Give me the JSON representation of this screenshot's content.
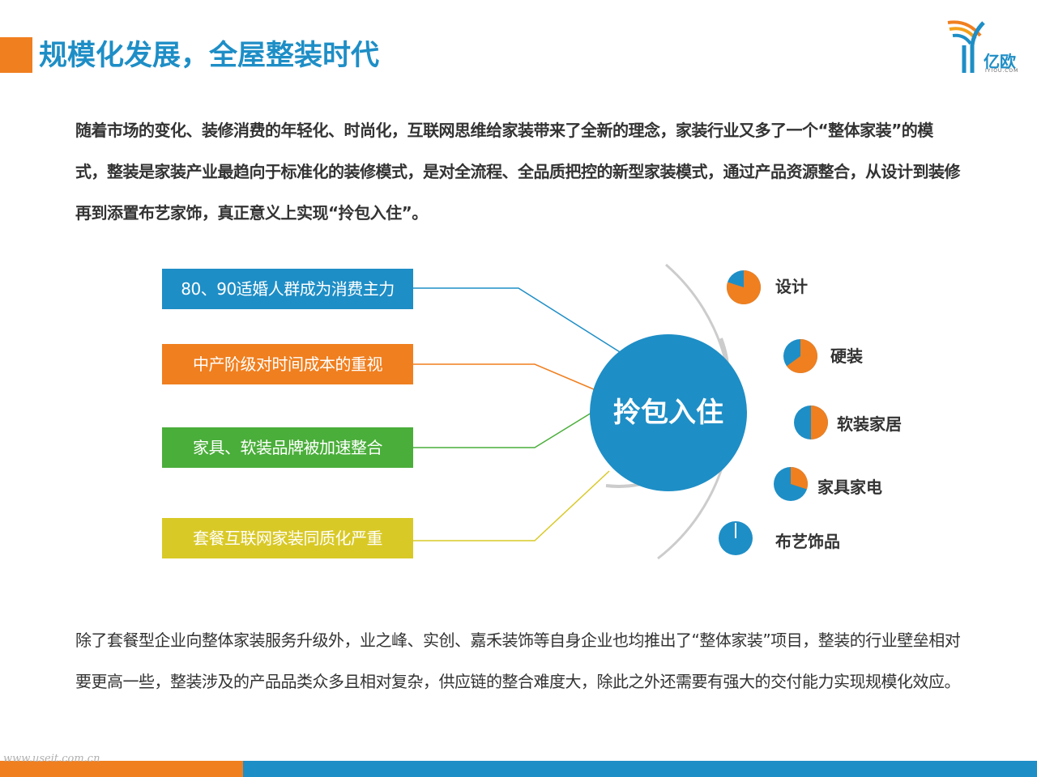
{
  "header": {
    "title": "规模化发展，全屋整装时代"
  },
  "logo": {
    "text": "亿欧",
    "sub": "IYIOU.COM"
  },
  "intro": "随着市场的变化、装修消费的年轻化、时尚化，互联网思维给家装带来了全新的理念，家装行业又多了一个“整体家装”的模式，整装是家装产业最趋向于标准化的装修模式，是对全流程、全品质把控的新型家装模式，通过产品资源整合，从设计到装修再到添置布艺家饰，真正意义上实现“拎包入住”。",
  "diagram": {
    "hub": "拎包入住",
    "factors": [
      {
        "label": "80、90适婚人群成为消费主力",
        "color": "#1e8ec6"
      },
      {
        "label": "中产阶级对时间成本的重视",
        "color": "#f07f1f"
      },
      {
        "label": "家具、软装品牌被加速整合",
        "color": "#4aae3a"
      },
      {
        "label": "套餐互联网家装同质化严重",
        "color": "#d9c927"
      }
    ],
    "services": [
      {
        "label": "设计",
        "orange_share": 0.8
      },
      {
        "label": "硬装",
        "orange_share": 0.65
      },
      {
        "label": "软装家居",
        "orange_share": 0.5
      },
      {
        "label": "家具家电",
        "orange_share": 0.3
      },
      {
        "label": "布艺饰品",
        "orange_share": 0.0
      }
    ],
    "colors": {
      "blue": "#1e8ec6",
      "orange": "#f07f1f",
      "arc": "#cccccc"
    }
  },
  "outro": "除了套餐型企业向整体家装服务升级外，业之峰、实创、嘉禾装饰等自身企业也均推出了“整体家装”项目，整装的行业壁垒相对要更高一些，整装涉及的产品品类众多且相对复杂，供应链的整合难度大，除此之外还需要有强大的交付能力实现规模化效应。",
  "watermark": "www.useit.com.cn"
}
